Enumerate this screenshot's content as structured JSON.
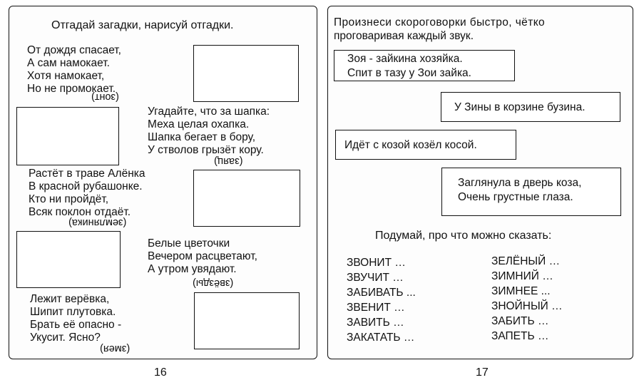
{
  "left_page": {
    "title": "Отгадай загадки, нарисуй отгадки.",
    "riddles": [
      {
        "lines": [
          "От дождя спасает,",
          "А сам намокает.",
          "Хотя намокает,",
          "Но не промокает."
        ],
        "answer": "(зонт)"
      },
      {
        "lines": [
          "Угадайте, что за шапка:",
          "Меха целая охапка.",
          "Шапка бегает в бору,",
          "У стволов грызёт кору."
        ],
        "answer": "(заяц)"
      },
      {
        "lines": [
          "Растёт в траве Алёнка",
          "В красной рубашонке.",
          "Кто ни пройдёт,",
          "Всяк поклон отдаёт."
        ],
        "answer": "(земляника)"
      },
      {
        "lines": [
          "Белые цветочки",
          "Вечером расцветают,",
          "А утром увядают."
        ],
        "answer": "(звёзды)"
      },
      {
        "lines": [
          "Лежит верёвка,",
          "Шипит плутовка.",
          "Брать её опасно -",
          "Укусит. Ясно?"
        ],
        "answer": "(змея)"
      }
    ],
    "page_number": "16"
  },
  "right_page": {
    "instruction_lines": [
      "Произнеси скороговорки быстро, чётко",
      "проговаривая каждый звук."
    ],
    "tongue_twisters": [
      {
        "lines": [
          "Зоя - зайкина хозяйка.",
          "Спит в тазу у Зои зайка."
        ]
      },
      {
        "lines": [
          "У Зины в корзине бузина."
        ]
      },
      {
        "lines": [
          "Идёт с козой козёл косой."
        ]
      },
      {
        "lines": [
          "Заглянула в дверь коза,",
          "Очень грустные глаза."
        ]
      }
    ],
    "think_prompt": "Подумай, про что можно сказать:",
    "words_left": [
      "ЗВОНИТ …",
      "ЗВУЧИТ …",
      "ЗАБИВАТЬ ...",
      "ЗВЕНИТ …",
      "ЗАВИТЬ …",
      "ЗАКАТАТЬ …"
    ],
    "words_right": [
      "ЗЕЛЁНЫЙ …",
      "ЗИМНИЙ …",
      "ЗИМНЕЕ ...",
      "ЗНОЙНЫЙ …",
      "ЗАБИТЬ …",
      "ЗАПЕТЬ …"
    ],
    "page_number": "17"
  }
}
